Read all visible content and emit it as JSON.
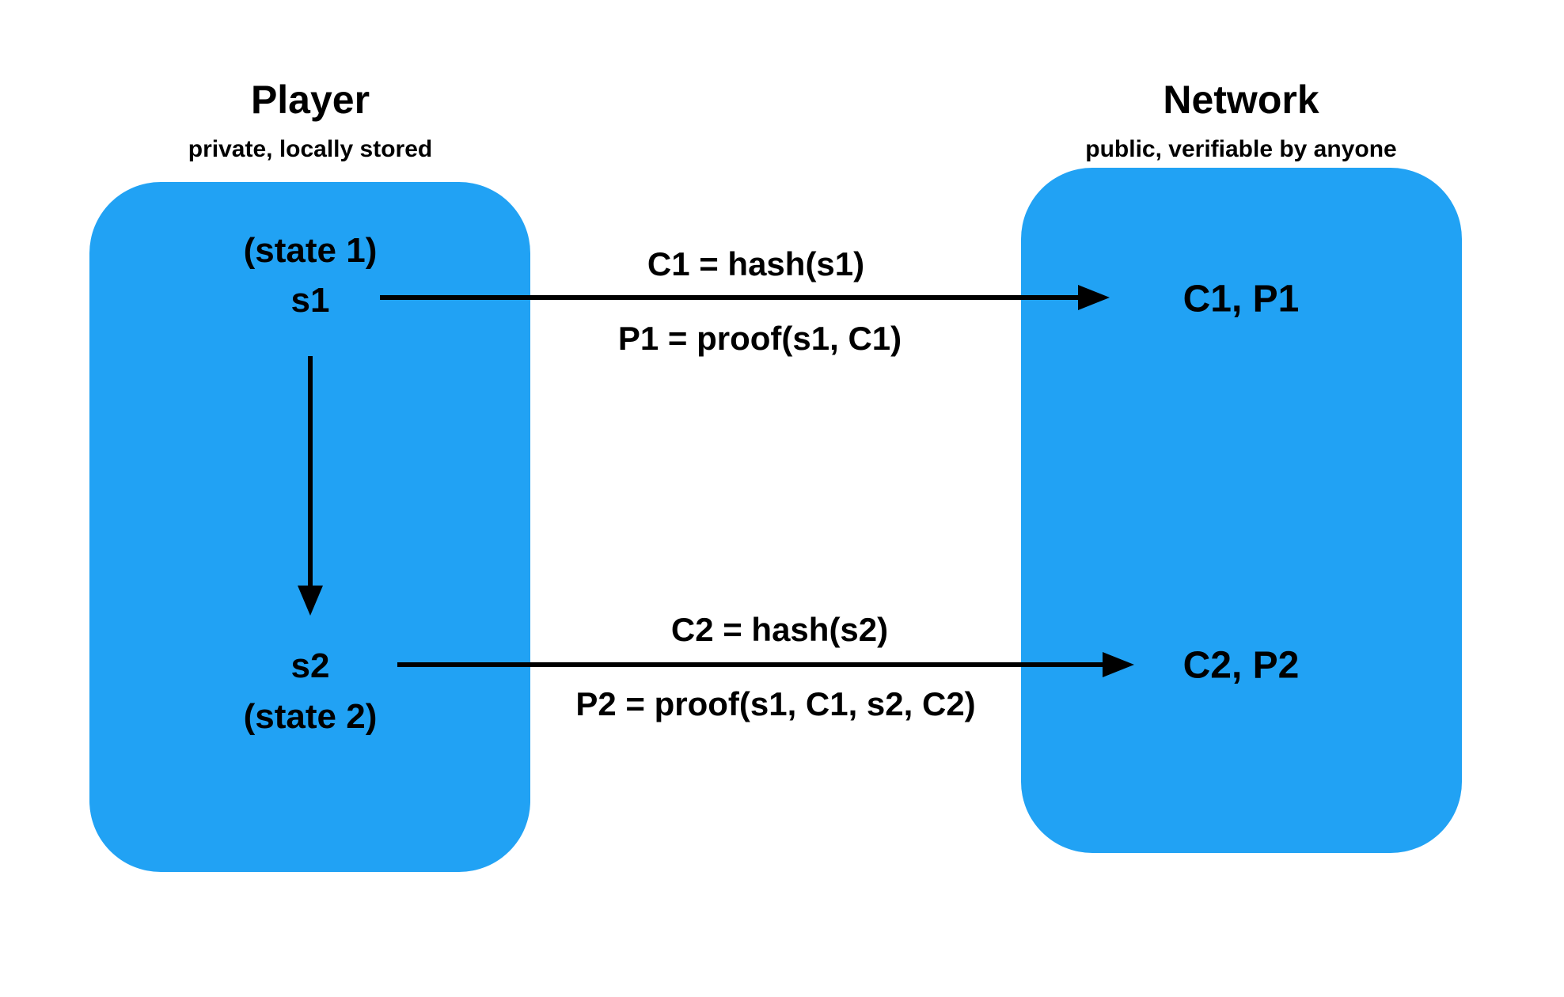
{
  "diagram": {
    "colors": {
      "box_fill": "#21a2f4",
      "text": "#000000",
      "arrow": "#000000",
      "background": "#ffffff"
    },
    "player": {
      "title": "Player",
      "subtitle": "private, locally stored",
      "state1_label": "(state 1)",
      "s1_label": "s1",
      "s2_label": "s2",
      "state2_label": "(state 2)"
    },
    "network": {
      "title": "Network",
      "subtitle": "public, verifiable by anyone",
      "entry1": "C1, P1",
      "entry2": "C2, P2"
    },
    "transitions": {
      "commit1": "C1 = hash(s1)",
      "proof1": "P1 = proof(s1, C1)",
      "commit2": "C2 = hash(s2)",
      "proof2": "P2 = proof(s1, C1, s2, C2)"
    }
  }
}
